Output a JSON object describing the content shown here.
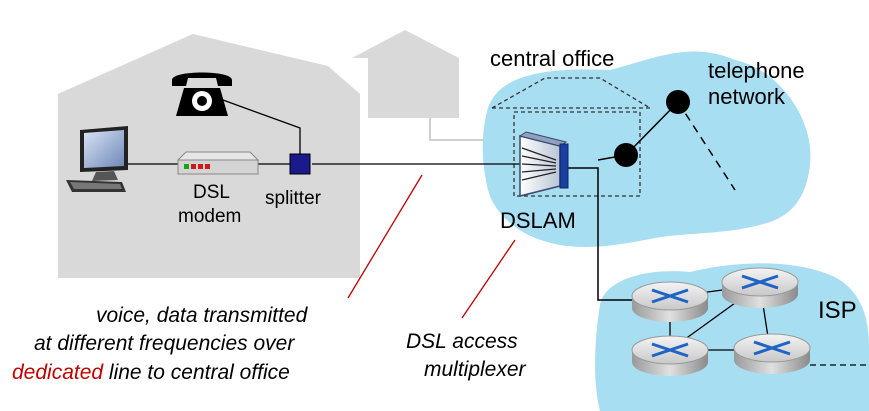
{
  "labels": {
    "central_office": "central office",
    "telephone_network_line1": "telephone",
    "telephone_network_line2": "network",
    "dsl_modem_line1": "DSL",
    "dsl_modem_line2": "modem",
    "splitter": "splitter",
    "dslam": "DSLAM",
    "isp": "ISP",
    "dslam_caption_line1": "DSL access",
    "dslam_caption_line2": "multiplexer",
    "caption_line1": "voice, data transmitted",
    "caption_line2": "at different frequencies over",
    "caption_line3_highlight": "dedicated",
    "caption_line3_rest": " line to central office"
  },
  "colors": {
    "house": "#d9d9d9",
    "cloud": "#a8def2",
    "accent_red": "#c00000",
    "splitter": "#1a1a8c"
  },
  "icons": [
    "computer-icon",
    "telephone-icon",
    "modem-icon",
    "splitter-icon",
    "dslam-icon",
    "router-icon"
  ]
}
